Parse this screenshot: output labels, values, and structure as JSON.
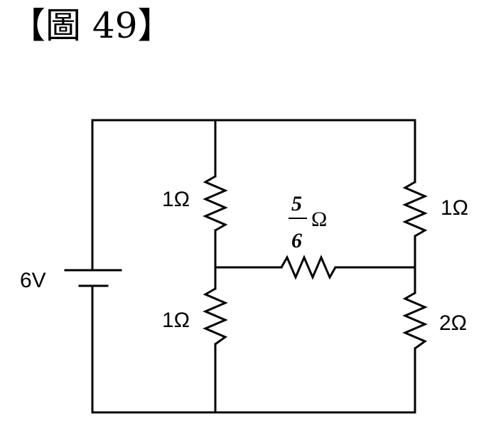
{
  "figure": {
    "title": "【圖 49】"
  },
  "circuit": {
    "battery_label": "6V",
    "resistors": {
      "top_left": "1Ω",
      "bottom_left": "1Ω",
      "top_right": "1Ω",
      "bottom_right": "2Ω",
      "middle": {
        "numerator": "5",
        "denominator": "6",
        "unit": "Ω"
      }
    }
  }
}
